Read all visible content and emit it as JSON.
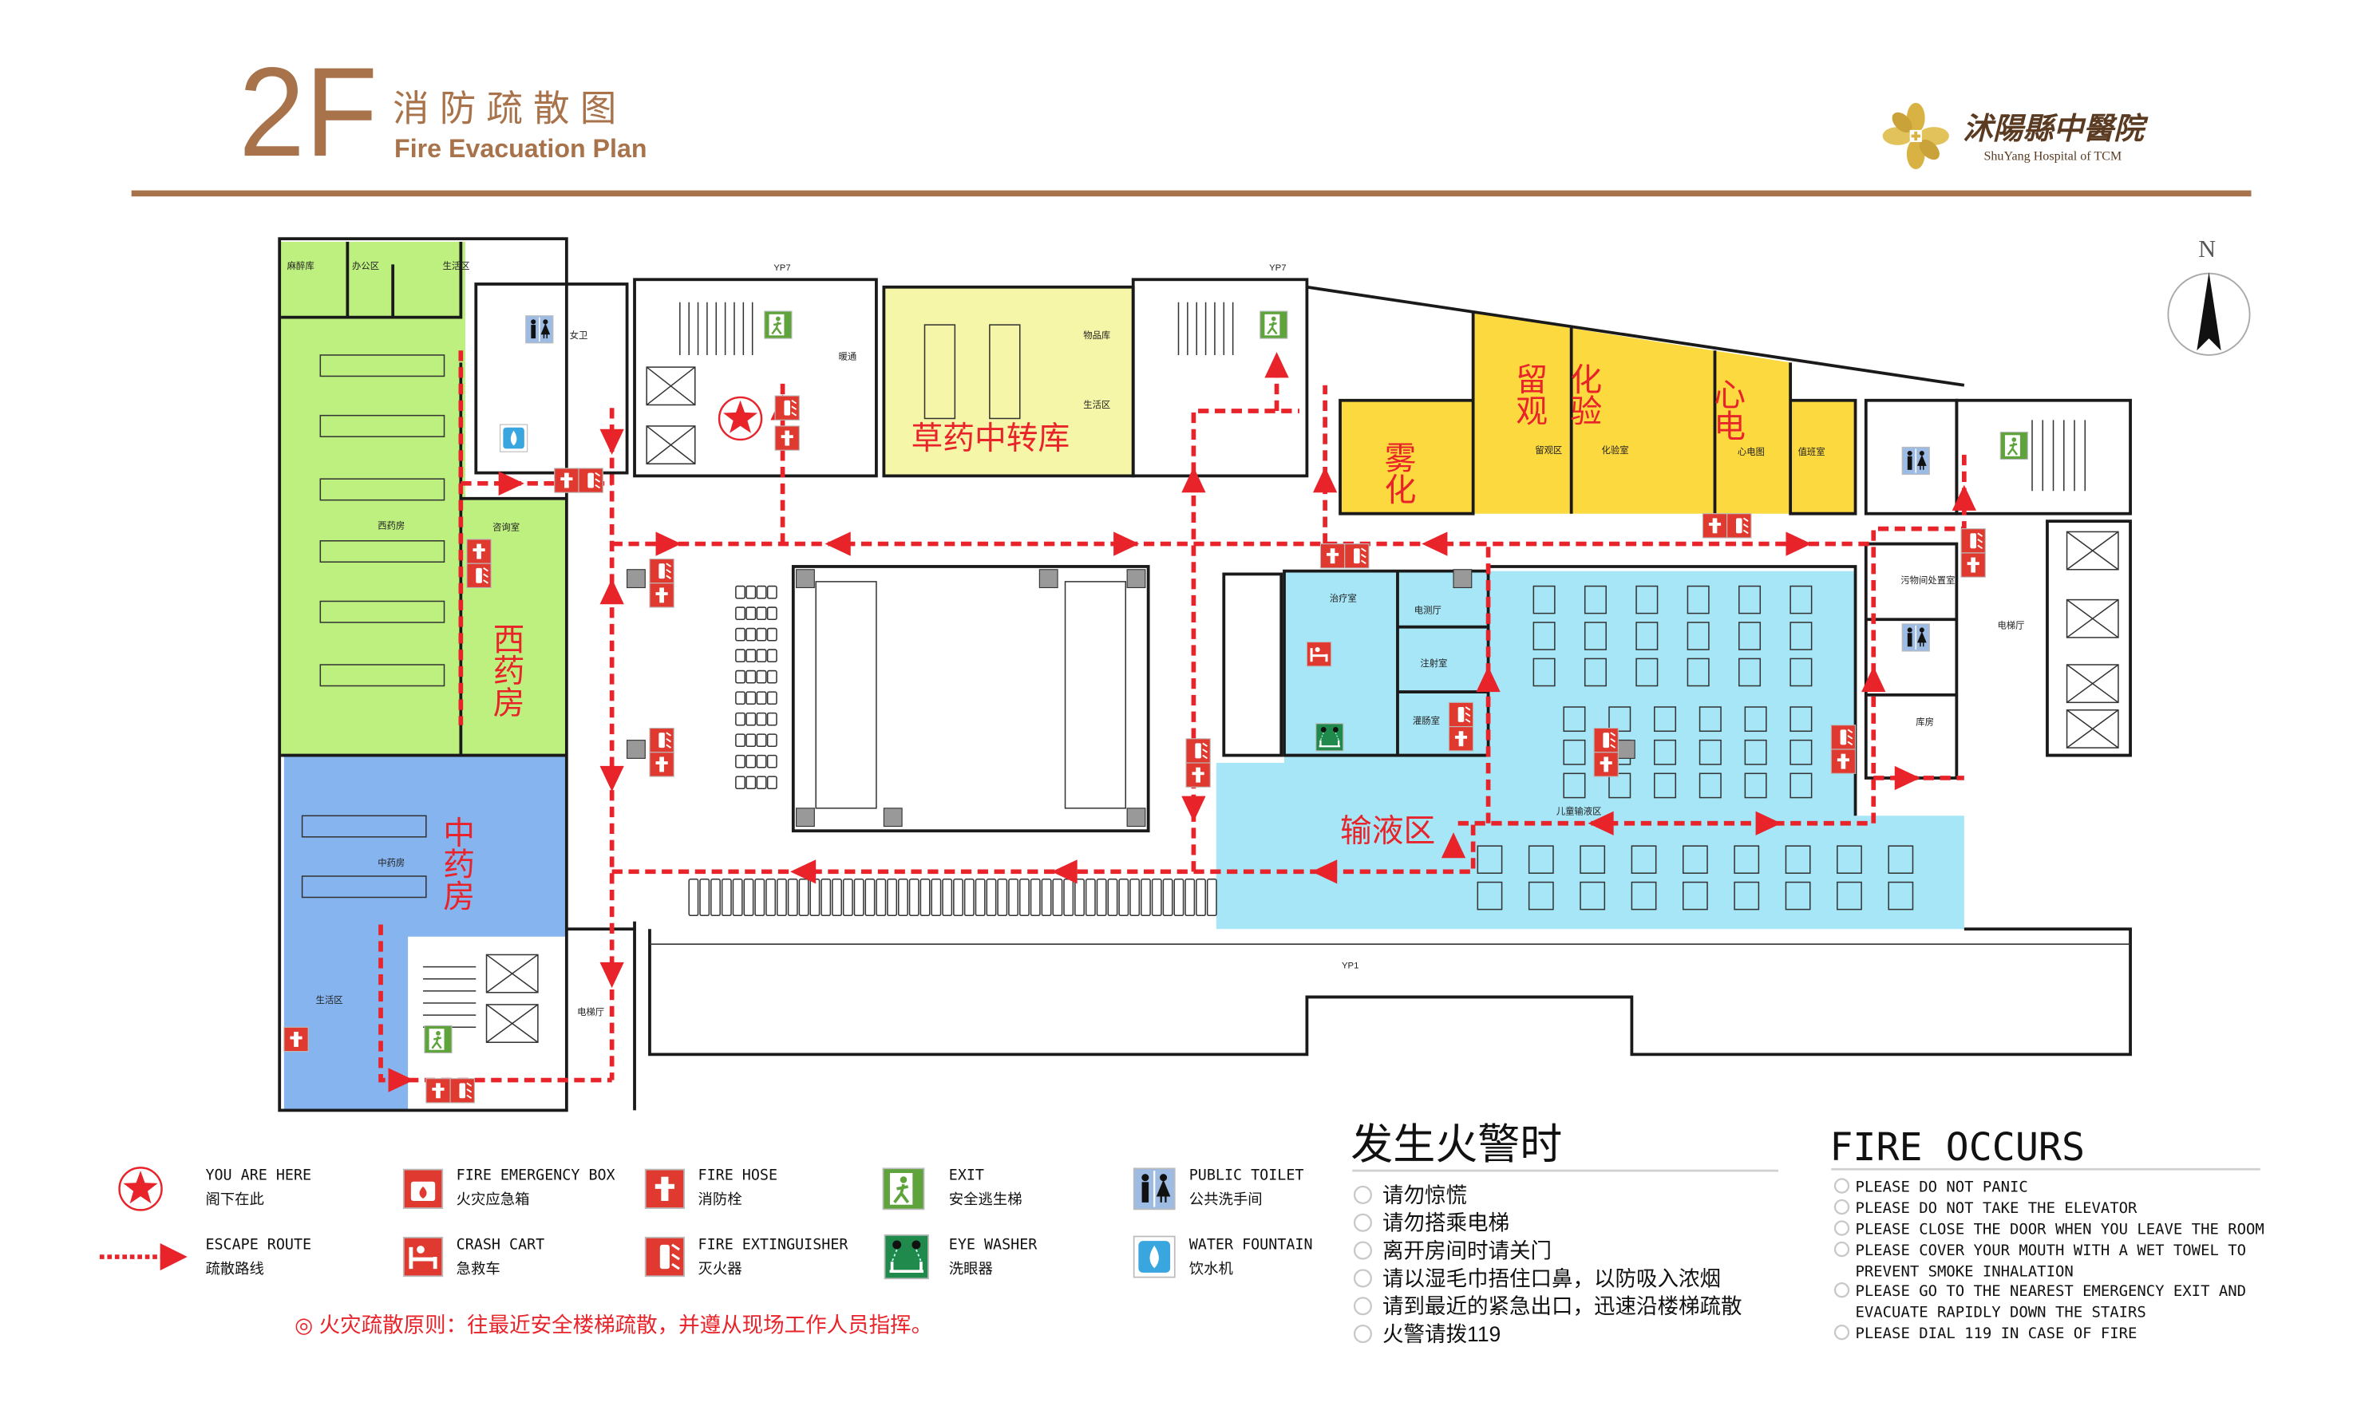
{
  "header": {
    "floor": "2F",
    "title_cn": "消防疏散图",
    "title_en": "Fire Evacuation Plan"
  },
  "logo": {
    "name_cn": "沭陽縣中醫院",
    "name_en": "ShuYang Hospital of TCM"
  },
  "compass": {
    "north": "N"
  },
  "plan": {
    "zones": {
      "xiyao": "西药房",
      "zhongyao": "中药房",
      "caoyao": "草药中转库",
      "wuhua": "雾化",
      "liuguan": "留观",
      "huayan": "化验",
      "xindian": "心电",
      "shuye": "输液区"
    },
    "rooms": [
      "麻醉库",
      "办公区",
      "生活区",
      "西药房",
      "咨询室",
      "女卫",
      "中药房",
      "生活区",
      "电梯厅",
      "暖通",
      "物品库",
      "生活区",
      "留观区",
      "化验室",
      "心电图",
      "值班室",
      "治疗室",
      "电测厅",
      "注射室",
      "灌肠室",
      "儿童输液区",
      "污物间处置室",
      "库房",
      "电梯厅",
      "YP7",
      "YP7",
      "YP1"
    ]
  },
  "legend": {
    "items": [
      {
        "icon": "you-are-here-star",
        "en": "YOU ARE HERE",
        "cn": "阁下在此"
      },
      {
        "icon": "fire-emergency-box",
        "en": "FIRE EMERGENCY BOX",
        "cn": "火灾应急箱"
      },
      {
        "icon": "fire-hose",
        "en": "FIRE HOSE",
        "cn": "消防栓"
      },
      {
        "icon": "exit",
        "en": "EXIT",
        "cn": "安全逃生梯"
      },
      {
        "icon": "public-toilet",
        "en": "PUBLIC TOILET",
        "cn": "公共洗手间"
      },
      {
        "icon": "escape-route-arrow",
        "en": "ESCAPE ROUTE",
        "cn": "疏散路线"
      },
      {
        "icon": "crash-cart",
        "en": "CRASH CART",
        "cn": "急救车"
      },
      {
        "icon": "fire-extinguisher",
        "en": "FIRE EXTINGUISHER",
        "cn": "灭火器"
      },
      {
        "icon": "eye-washer",
        "en": "EYE WASHER",
        "cn": "洗眼器"
      },
      {
        "icon": "water-fountain",
        "en": "WATER FOUNTAIN",
        "cn": "饮水机"
      }
    ],
    "principle": "◎ 火灾疏散原则：往最近安全楼梯疏散，并遵从现场工作人员指挥。"
  },
  "instructions_cn": {
    "title": "发生火警时",
    "items": [
      "请勿惊慌",
      "请勿搭乘电梯",
      "离开房间时请关门",
      "请以湿毛巾捂住口鼻，以防吸入浓烟",
      "请到最近的紧急出口，迅速沿楼梯疏散",
      "火警请拨119"
    ]
  },
  "instructions_en": {
    "title": "FIRE OCCURS",
    "lines": [
      "PLEASE DO NOT PANIC",
      "PLEASE DO NOT TAKE THE ELEVATOR",
      "PLEASE CLOSE THE DOOR WHEN YOU LEAVE THE ROOM",
      "PLEASE COVER YOUR MOUTH WITH A WET TOWEL TO",
      "PREVENT SMOKE INHALATION",
      "PLEASE GO TO THE NEAREST EMERGENCY EXIT AND",
      "EVACUATE RAPIDLY DOWN THE STAIRS",
      "PLEASE DIAL 119 IN CASE OF FIRE"
    ]
  },
  "colors": {
    "brand_brown": "#a8724a",
    "route_red": "#e8232a",
    "zone_green": "#bdf07f",
    "zone_blue": "#86b4ef",
    "zone_yellow": "#fcd93f",
    "zone_pale_yellow": "#f6f6a8",
    "zone_cyan": "#a6e6f6",
    "logo_gold": "#d9b244"
  }
}
